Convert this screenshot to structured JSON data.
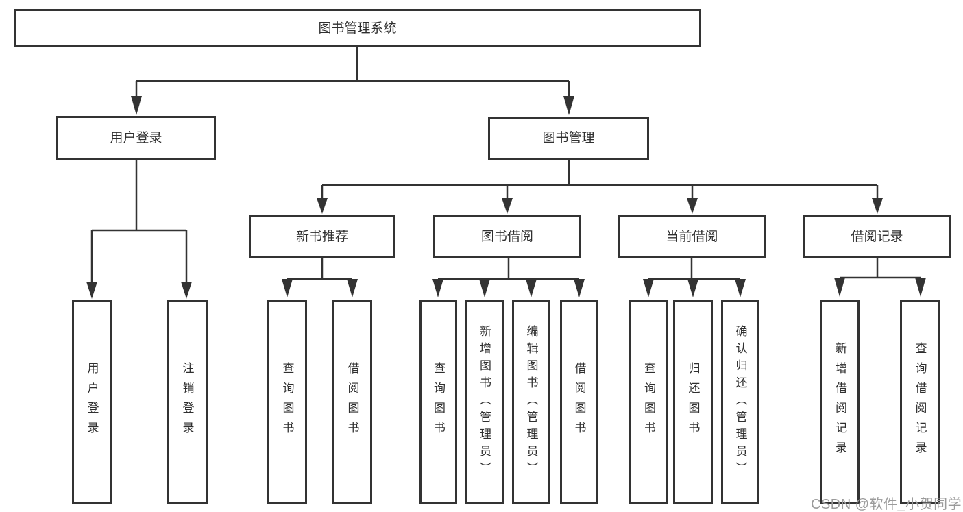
{
  "diagram": {
    "root": "图书管理系统",
    "level2": {
      "user_login": "用户登录",
      "book_mgmt": "图书管理"
    },
    "level3": {
      "new_books": "新书推荐",
      "book_borrow": "图书借阅",
      "current_borrow": "当前借阅",
      "borrow_records": "借阅记录"
    },
    "leaves": {
      "user": [
        "用户登录",
        "注销登录"
      ],
      "new_books": [
        "查询图书",
        "借阅图书"
      ],
      "book_borrow": [
        "查询图书",
        "新增图书（管理员）",
        "编辑图书（管理员）",
        "借阅图书"
      ],
      "current_borrow": [
        "查询图书",
        "归还图书",
        "确认归还（管理员）"
      ],
      "borrow_records": [
        "新增借阅记录",
        "查询借阅记录"
      ]
    },
    "colors": {
      "line": "#333333",
      "text": "#2f2f2f",
      "box_background": "#ffffff",
      "watermark": "#9b9b9b"
    }
  },
  "watermark": "CSDN @软件_小贺同学"
}
